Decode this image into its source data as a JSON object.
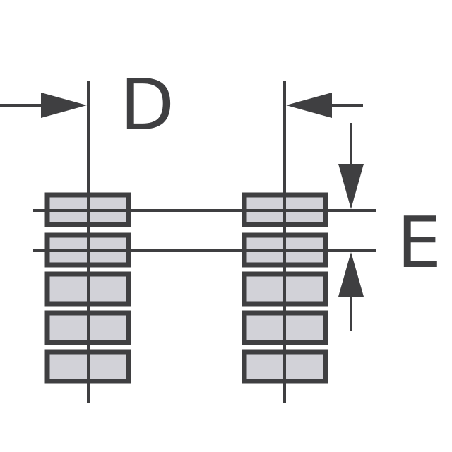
{
  "labels": {
    "pitch_dimension": "D",
    "row_dimension": "E"
  },
  "colors": {
    "stroke": "#3f3f41",
    "pad_fill": "#d2d2d8",
    "background": "#ffffff"
  },
  "pad_columns": 2,
  "pads_per_column": 5
}
